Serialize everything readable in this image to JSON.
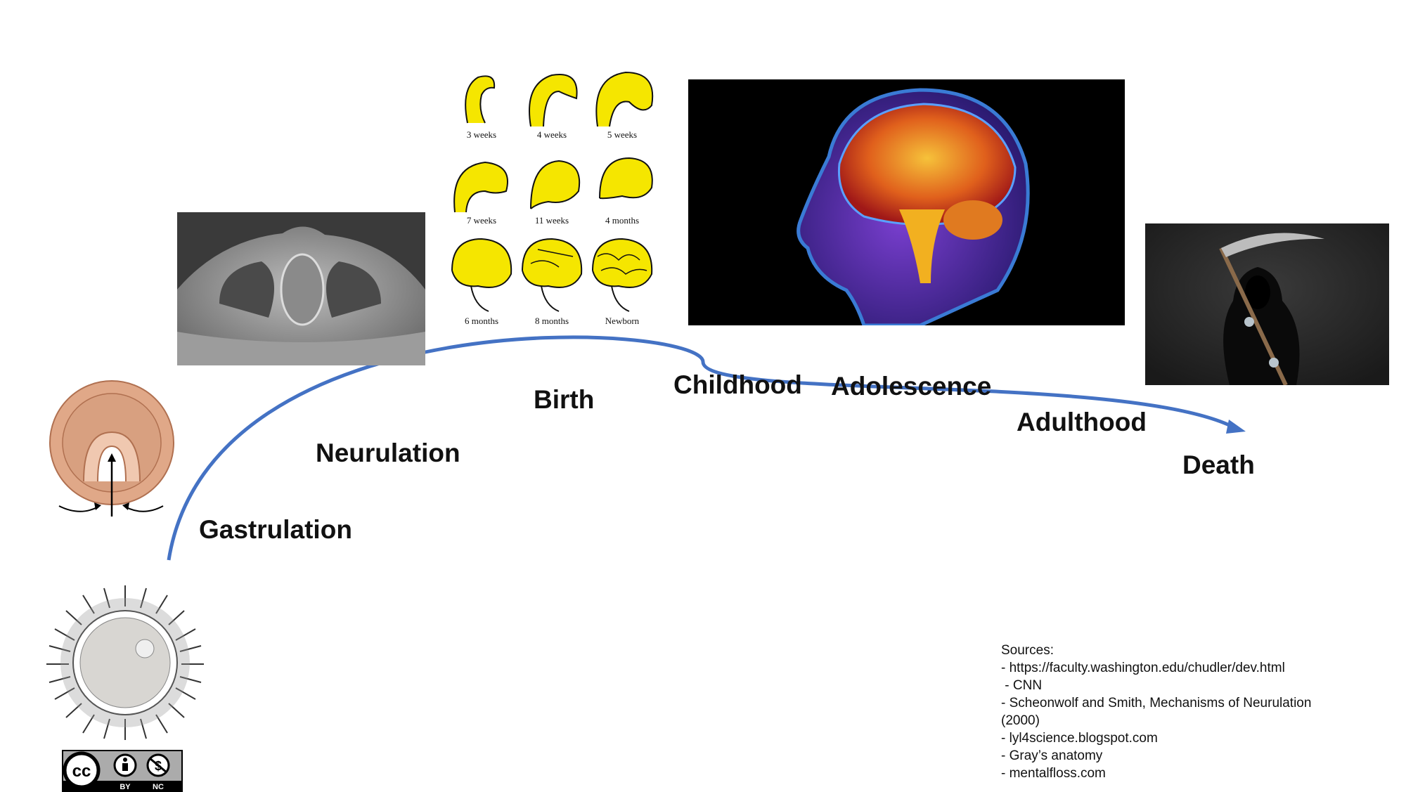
{
  "stages": {
    "gastrulation": "Gastrulation",
    "neurulation": "Neurulation",
    "birth": "Birth",
    "childhood": "Childhood",
    "adolescence": "Adolescence",
    "adulthood": "Adulthood",
    "death": "Death"
  },
  "embryo_panels": [
    "3 weeks",
    "4 weeks",
    "5 weeks",
    "7 weeks",
    "11 weeks",
    "4 months",
    "6 months",
    "8 months",
    "Newborn"
  ],
  "sources": {
    "heading": "Sources:",
    "items": [
      "- https://faculty.washington.edu/chudler/dev.html",
      " - CNN",
      "- Scheonwolf and Smith, Mechanisms of Neurulation",
      "(2000)",
      "- lyl4science.blogspot.com",
      "- Gray’s anatomy",
      "- mentalfloss.com"
    ]
  },
  "license": {
    "cc": "cc",
    "by": "BY",
    "nc": "NC"
  },
  "colors": {
    "timeline": "#4472c4",
    "embryo_yellow": "#f5e600",
    "mri_background": "#000000"
  }
}
